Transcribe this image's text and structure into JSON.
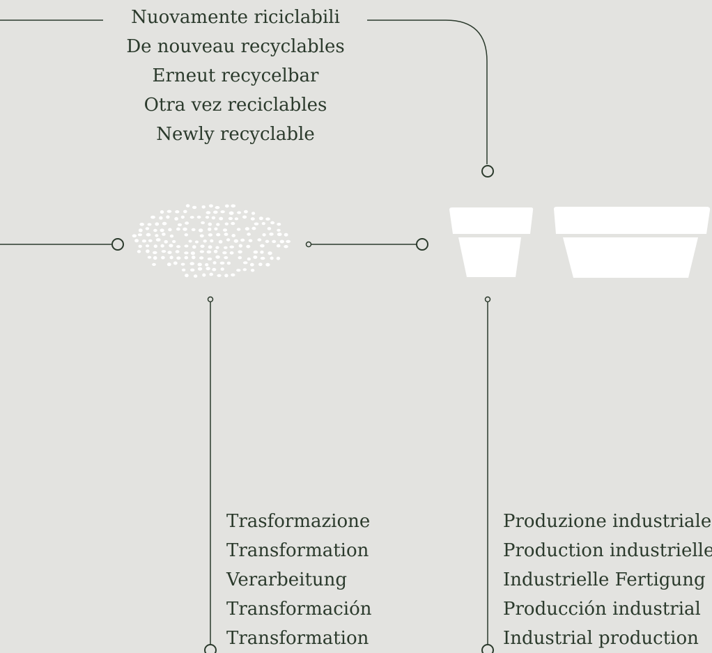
{
  "colors": {
    "background": "#e3e3e0",
    "line": "#2b3a2c",
    "text": "#2b3a2c",
    "illustration": "#ffffff"
  },
  "icons": {
    "granules": "plastic-granules-icon",
    "pots": "flower-pots-icon"
  },
  "recyclable": {
    "lines": [
      "Nuovamente riciclabili",
      "De nouveau recyclables",
      "Erneut recycelbar",
      "Otra vez reciclables",
      "Newly recyclable"
    ]
  },
  "transformation": {
    "lines": [
      "Trasformazione",
      "Transformation",
      "Verarbeitung",
      "Transformación",
      "Transformation"
    ]
  },
  "production": {
    "lines": [
      "Produzione industriale",
      "Production industrielle",
      "Industrielle Fertigung",
      "Producción industrial",
      "Industrial production"
    ]
  }
}
